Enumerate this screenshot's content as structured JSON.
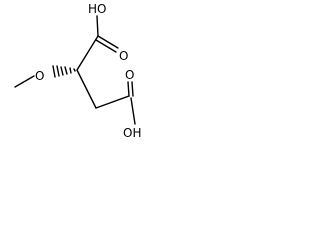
{
  "molecule": {
    "labels": {
      "carboxyl_top_oh": "HO",
      "carboxyl_top_o": "O",
      "methoxy_o": "O",
      "carboxyl_bottom_o": "O",
      "carboxyl_bottom_oh": "OH"
    },
    "colors": {
      "ink": "#000000",
      "background": "#ffffff"
    }
  }
}
